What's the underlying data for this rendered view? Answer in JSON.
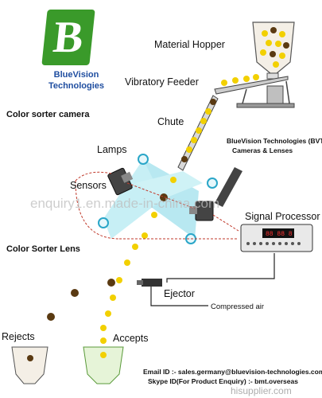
{
  "logo": {
    "letter": "B",
    "brand_line1": "BlueVision",
    "brand_line2": "Technologies"
  },
  "labels": {
    "material_hopper": "Material Hopper",
    "vibratory_feeder": "Vibratory Feeder",
    "color_sorter_camera": "Color sorter camera",
    "chute": "Chute",
    "bvt_line1": "BlueVision Technologies (BVT)",
    "bvt_line2": "Cameras & Lenses",
    "lamps": "Lamps",
    "sensors": "Sensors",
    "signal_processor": "Signal Processor",
    "color_sorter_lens": "Color Sorter Lens",
    "ejector": "Ejector",
    "compressed_air": "Compressed air",
    "rejects": "Rejects",
    "accepts": "Accepts"
  },
  "contact": {
    "email": "Email ID :- sales.germany@bluevision-technologies.com",
    "skype": "Skype ID(For Product Enquiry) :- bmt.overseas"
  },
  "watermark": "enquiry1.en.made-in-china.com",
  "footer_mark": "hisupplier.com",
  "colors": {
    "brand_green": "#3a9a2a",
    "brand_blue": "#1f4ea0",
    "grain_yellow": "#f2d000",
    "grain_brown": "#5a3a12",
    "light_beam": "#7fd6e6"
  }
}
